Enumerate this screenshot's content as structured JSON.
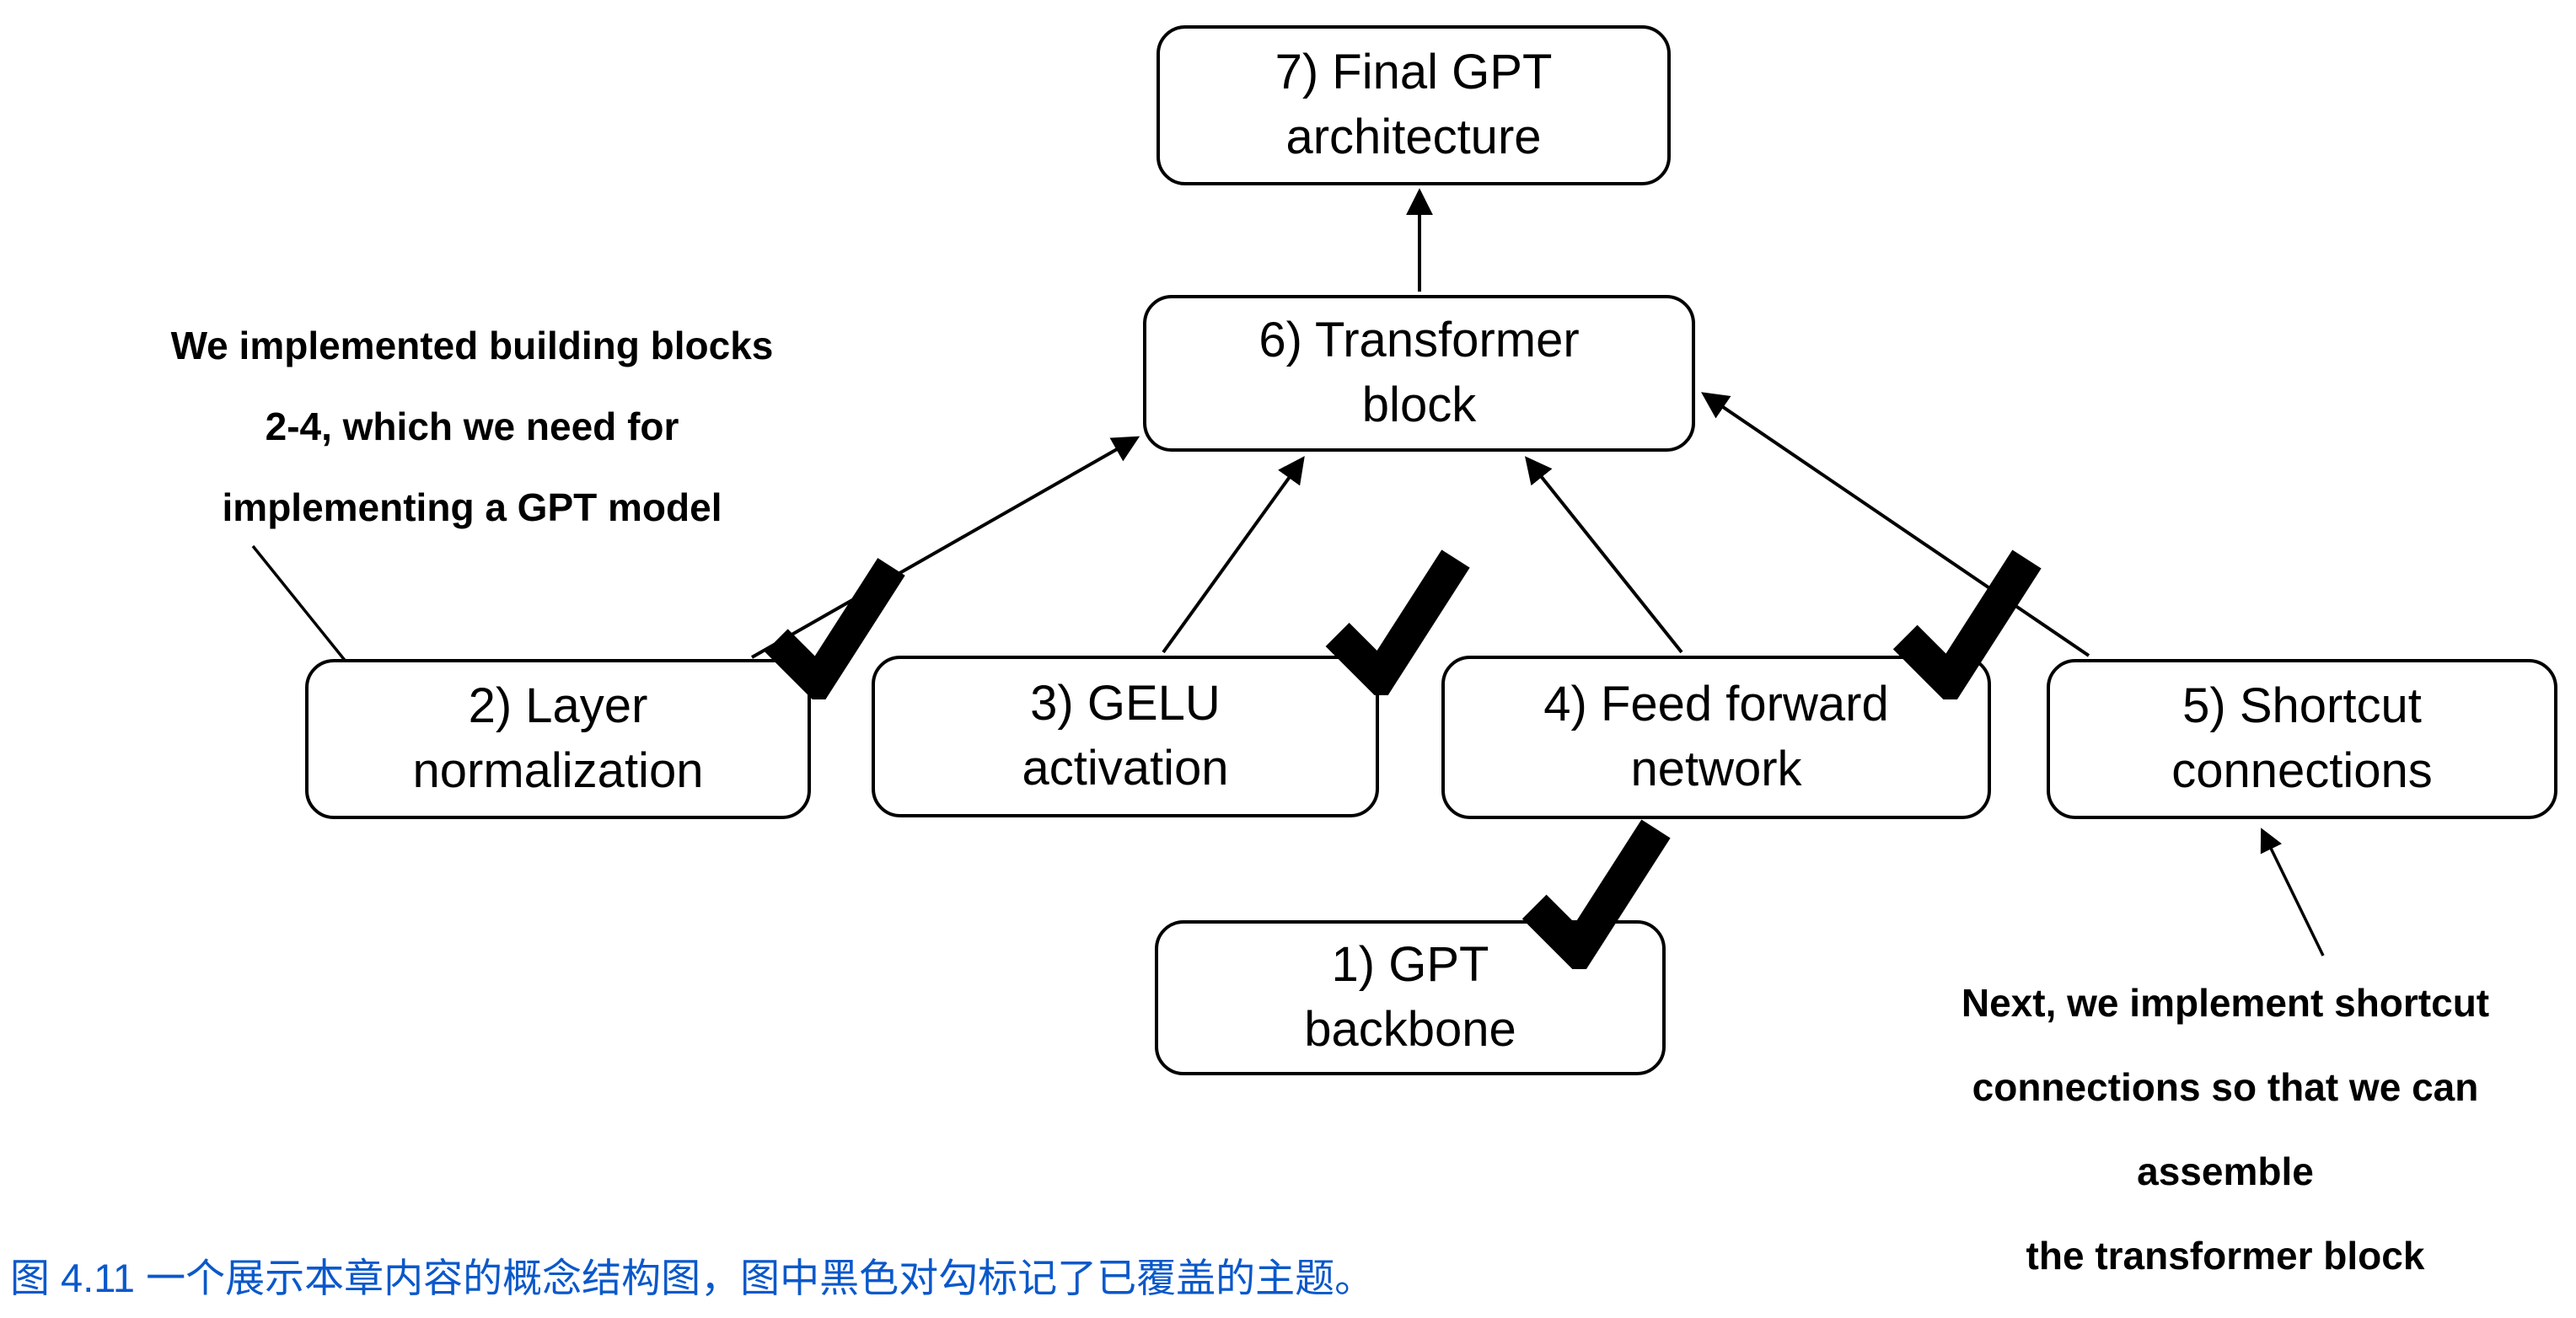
{
  "colors": {
    "background": "#FFFFFF",
    "stroke": "#000000",
    "caption": "#0A58CA"
  },
  "icons": {
    "check": "check-icon"
  },
  "nodes": [
    {
      "id": "final-gpt-architecture",
      "lines": [
        "7) Final GPT",
        "architecture"
      ],
      "checked": false
    },
    {
      "id": "transformer-block",
      "lines": [
        "6) Transformer",
        "block"
      ],
      "checked": false
    },
    {
      "id": "layer-normalization",
      "lines": [
        "2) Layer",
        "normalization"
      ],
      "checked": true
    },
    {
      "id": "gelu-activation",
      "lines": [
        "3) GELU",
        "activation"
      ],
      "checked": true
    },
    {
      "id": "feed-forward-network",
      "lines": [
        "4) Feed forward",
        "network"
      ],
      "checked": true
    },
    {
      "id": "shortcut-connections",
      "lines": [
        "5) Shortcut",
        "connections"
      ],
      "checked": false
    },
    {
      "id": "gpt-backbone",
      "lines": [
        "1) GPT",
        "backbone"
      ],
      "checked": true
    }
  ],
  "edges": [
    {
      "from": "layer-normalization",
      "to": "transformer-block"
    },
    {
      "from": "gelu-activation",
      "to": "transformer-block"
    },
    {
      "from": "feed-forward-network",
      "to": "transformer-block"
    },
    {
      "from": "shortcut-connections",
      "to": "transformer-block"
    },
    {
      "from": "transformer-block",
      "to": "final-gpt-architecture"
    },
    {
      "from": "annotation-left",
      "to": "layer-normalization"
    },
    {
      "from": "annotation-right",
      "to": "shortcut-connections"
    }
  ],
  "annotations": {
    "left": {
      "lines": [
        "We implemented building blocks",
        "2-4, which we need for",
        "implementing a GPT model"
      ]
    },
    "right": {
      "lines": [
        "Next, we implement shortcut",
        "connections so that we can assemble",
        "the transformer block"
      ]
    }
  },
  "caption": {
    "text": "图 4.11 一个展示本章内容的概念结构图，图中黑色对勾标记了已覆盖的主题。"
  }
}
